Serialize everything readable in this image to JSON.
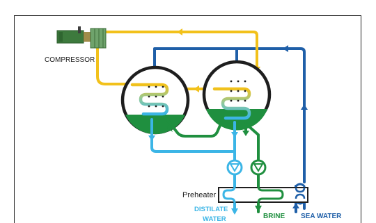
{
  "labels": {
    "compressor": "COMPRESSOR",
    "preheater": "Preheater",
    "distillate": [
      "DISTILATE",
      "WATER"
    ],
    "brine": "BRINE",
    "sea_water": "SEA WATER"
  },
  "colors": {
    "steam": "#f2c11b",
    "sea_water": "#1f5fa8",
    "distillate": "#3bb5e6",
    "brine": "#1f8f3f",
    "compressor_body": "#3d7a3d",
    "compressor_fins": "#6fa36c",
    "vessel_fill": "#ffffff",
    "vessel_border": "#1e1e1e"
  }
}
